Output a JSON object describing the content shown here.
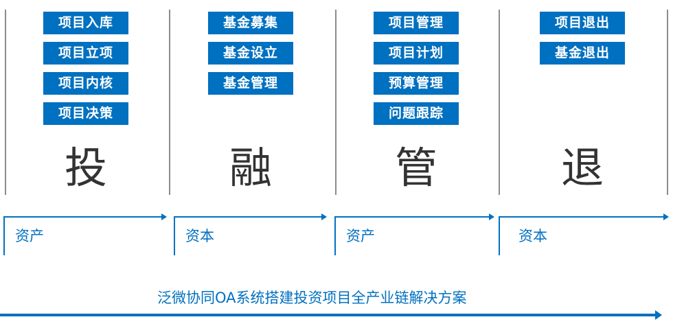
{
  "stages": [
    {
      "key": "invest",
      "big_char": "投",
      "items": [
        "项目入库",
        "项目立项",
        "项目内核",
        "项目决策"
      ],
      "flow_label": "资产"
    },
    {
      "key": "finance",
      "big_char": "融",
      "items": [
        "基金募集",
        "基金设立",
        "基金管理"
      ],
      "flow_label": "资本"
    },
    {
      "key": "manage",
      "big_char": "管",
      "items": [
        "项目管理",
        "项目计划",
        "预算管理",
        "问题跟踪"
      ],
      "flow_label": "资产"
    },
    {
      "key": "exit",
      "big_char": "退",
      "items": [
        "项目退出",
        "基金退出"
      ],
      "flow_label": "资本"
    }
  ],
  "footer": {
    "title": "泛微协同OA系统搭建投资项目全产业链解决方案"
  },
  "colors": {
    "accent": "#0070c0",
    "separator": "#8c8c8c",
    "big_char": "#333333"
  }
}
